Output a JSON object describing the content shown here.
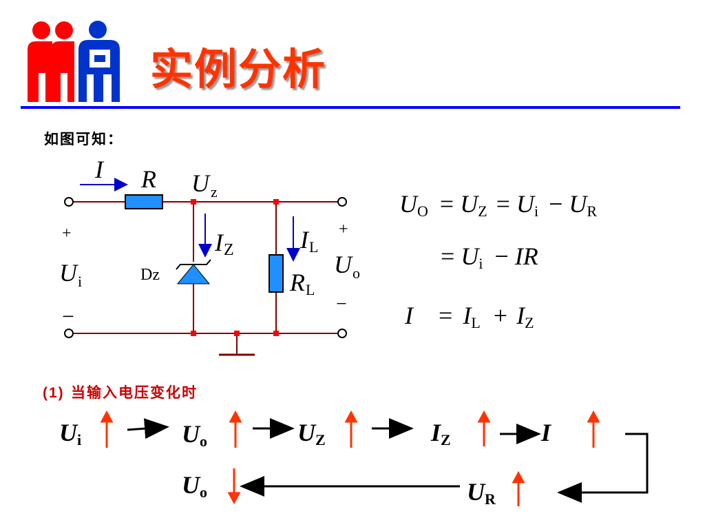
{
  "slide": {
    "title": "实例分析",
    "intro": "如图可知：",
    "case_number": "(1)",
    "case_text": "当输入电压变化时"
  },
  "icons": [
    "people-logo-icon"
  ],
  "colors": {
    "title": "#ff3300",
    "rule": "#0000ff",
    "wire": "#800000",
    "component": "#1e90ff",
    "arrow": "#0000cc",
    "up_down_arrow": "#ff3300",
    "case_text": "#cc0000"
  },
  "circuit": {
    "current": "I",
    "resistor": "R",
    "zener_voltage": {
      "main": "U",
      "sub": "z"
    },
    "zener_current": {
      "main": "I",
      "sub": "Z"
    },
    "zener_label": "Dz",
    "load_current": {
      "main": "I",
      "sub": "L"
    },
    "load_resistor": {
      "main": "R",
      "sub": "L"
    },
    "input_voltage": {
      "main": "U",
      "sub": "i"
    },
    "output_voltage": {
      "main": "U",
      "sub": "o"
    },
    "input_plus": "+",
    "input_minus": "−",
    "output_plus": "+",
    "output_minus": "−"
  },
  "equations": {
    "line1": [
      {
        "main": "U",
        "sub": "O"
      },
      "=",
      {
        "main": "U",
        "sub": "Z"
      },
      "=",
      {
        "main": "U",
        "sub": "i"
      },
      "−",
      {
        "main": "U",
        "sub": "R"
      }
    ],
    "line2": [
      "=",
      {
        "main": "U",
        "sub": "i"
      },
      "−",
      "IR"
    ],
    "line3": [
      "I",
      "=",
      {
        "main": "I",
        "sub": "L"
      },
      "+",
      {
        "main": "I",
        "sub": "Z"
      }
    ]
  },
  "chain": {
    "row1": [
      {
        "main": "U",
        "sub": "i",
        "direction": "up"
      },
      {
        "main": "U",
        "sub": "o",
        "direction": "up"
      },
      {
        "main": "U",
        "sub": "Z",
        "direction": "up"
      },
      {
        "main": "I",
        "sub": "Z",
        "direction": "up"
      },
      {
        "main": "I",
        "sub": "",
        "direction": "up"
      }
    ],
    "row2": [
      {
        "main": "U",
        "sub": "o",
        "direction": "down"
      },
      {
        "main": "U",
        "sub": "R",
        "direction": "up"
      }
    ]
  }
}
